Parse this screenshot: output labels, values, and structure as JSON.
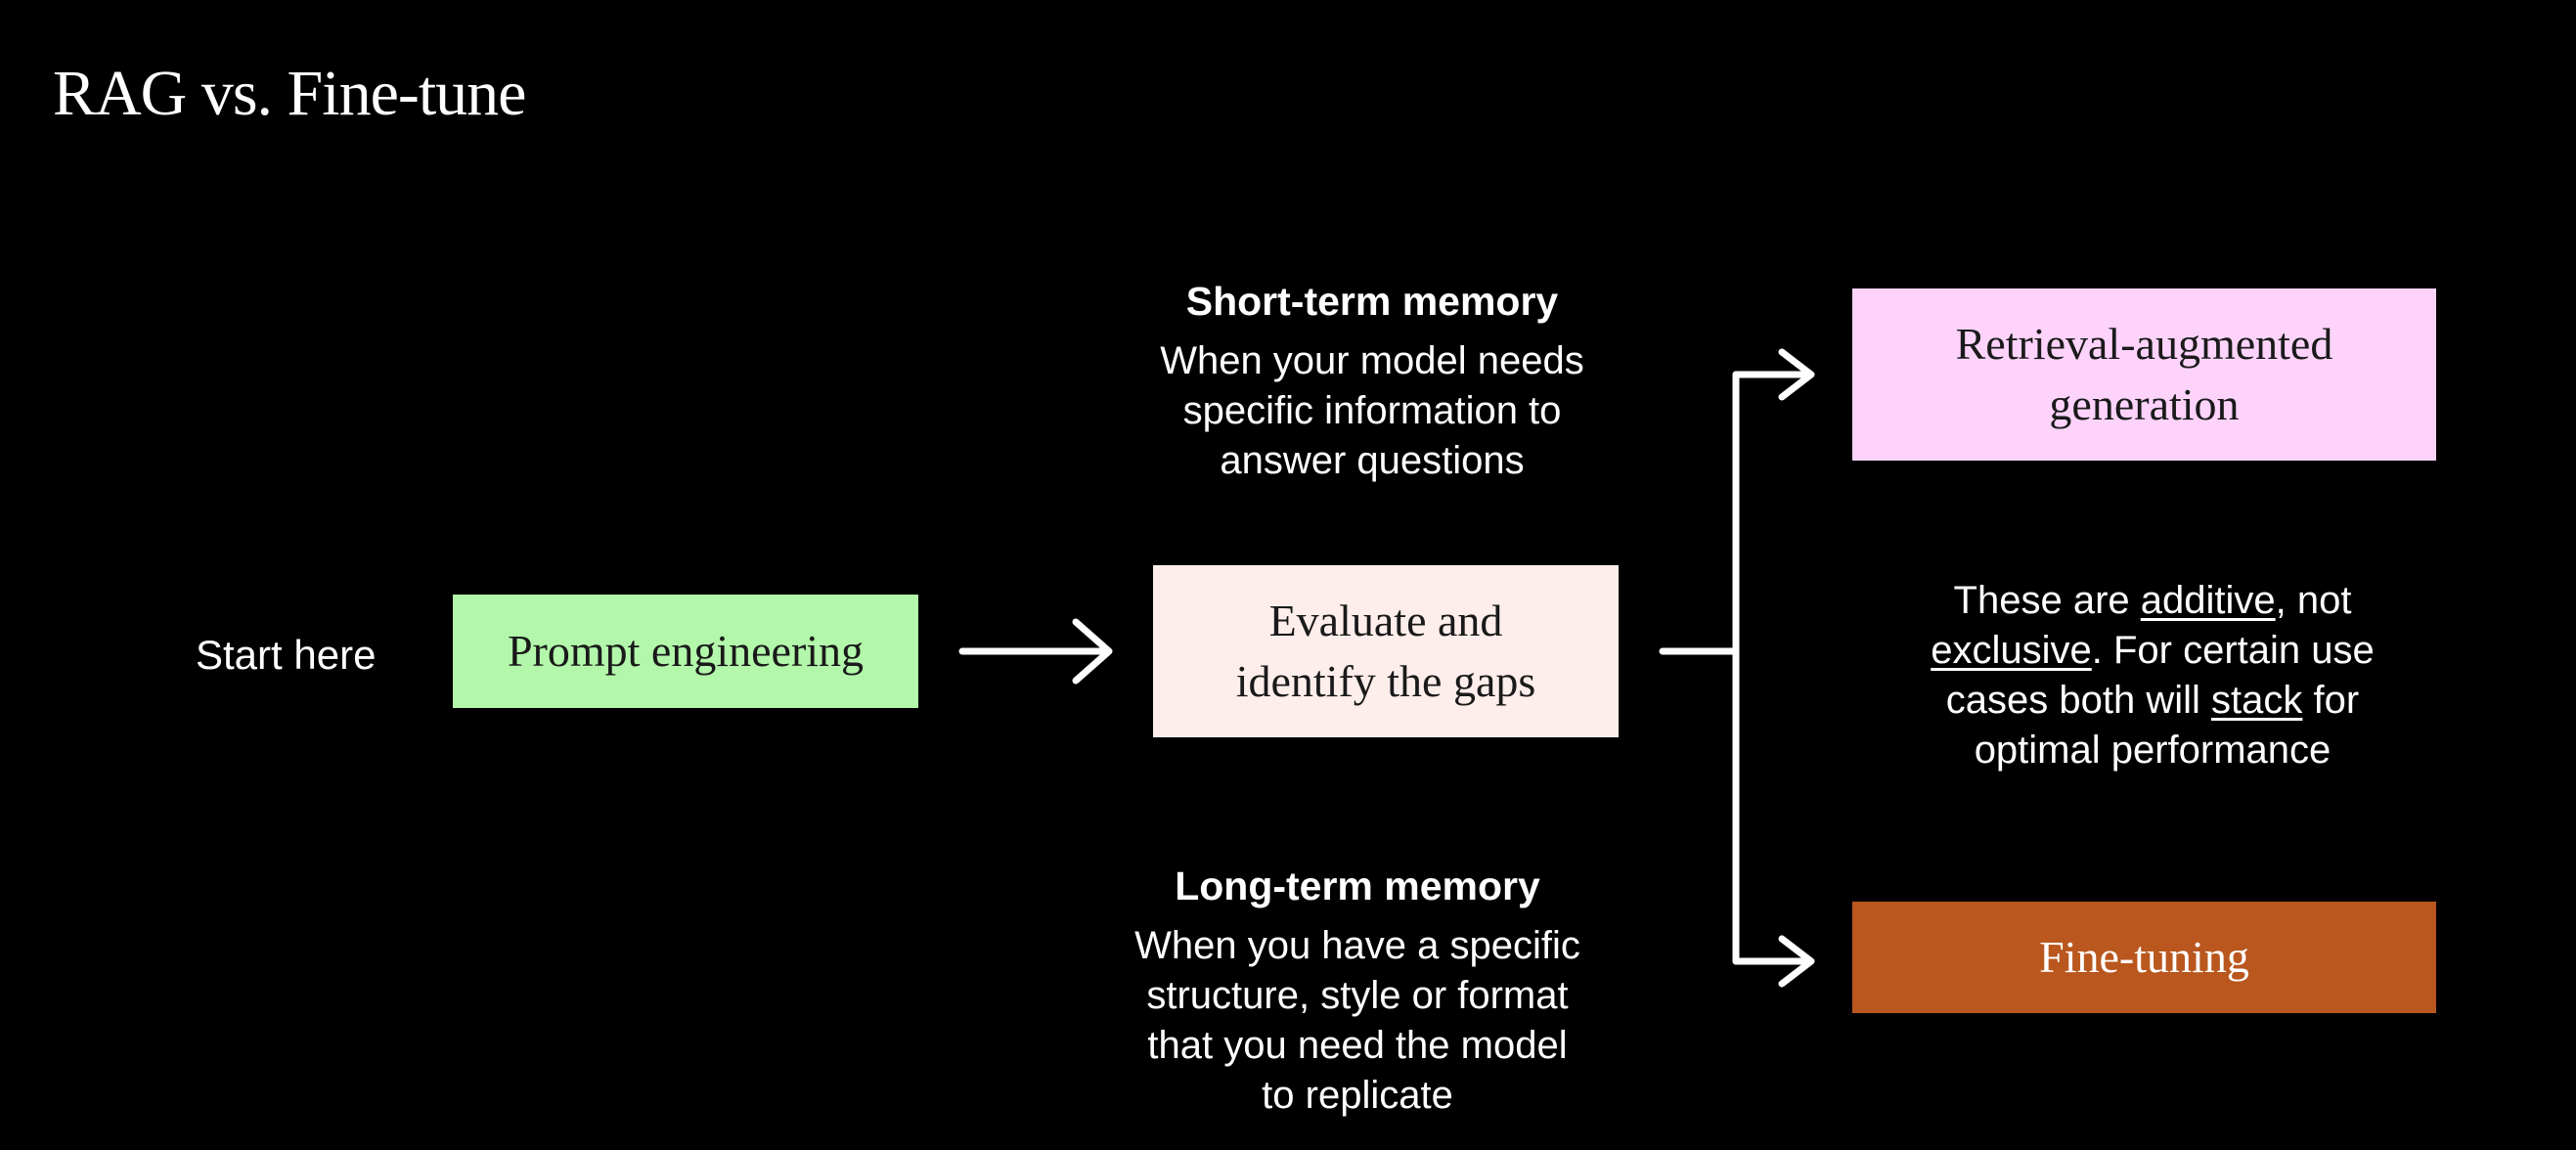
{
  "title": "RAG vs. Fine-tune",
  "start_label": "Start here",
  "boxes": {
    "prompt": "Prompt engineering",
    "evaluate_line1": "Evaluate and",
    "evaluate_line2": "identify the gaps",
    "rag_line1": "Retrieval-augmented",
    "rag_line2": "generation",
    "finetune": "Fine-tuning"
  },
  "short_term": {
    "heading": "Short-term memory",
    "line1": "When your model needs",
    "line2": "specific information to",
    "line3": "answer questions"
  },
  "long_term": {
    "heading": "Long-term memory",
    "line1": "When you have a specific",
    "line2": "structure, style or format",
    "line3": "that you need the model",
    "line4": "to replicate"
  },
  "note": {
    "part1": "These are ",
    "u1": "additive",
    "part2": ", not",
    "u2": "exclusive",
    "part3": ". For certain use",
    "part4": "cases both will ",
    "u3": "stack",
    "part5": " for",
    "part6": "optimal performance"
  },
  "colors": {
    "background": "#000000",
    "prompt_box": "#b3f7ab",
    "evaluate_box": "#fdeeeb",
    "rag_box": "#fdd3fb",
    "finetune_box": "#b9571e",
    "arrow": "#ffffff"
  }
}
